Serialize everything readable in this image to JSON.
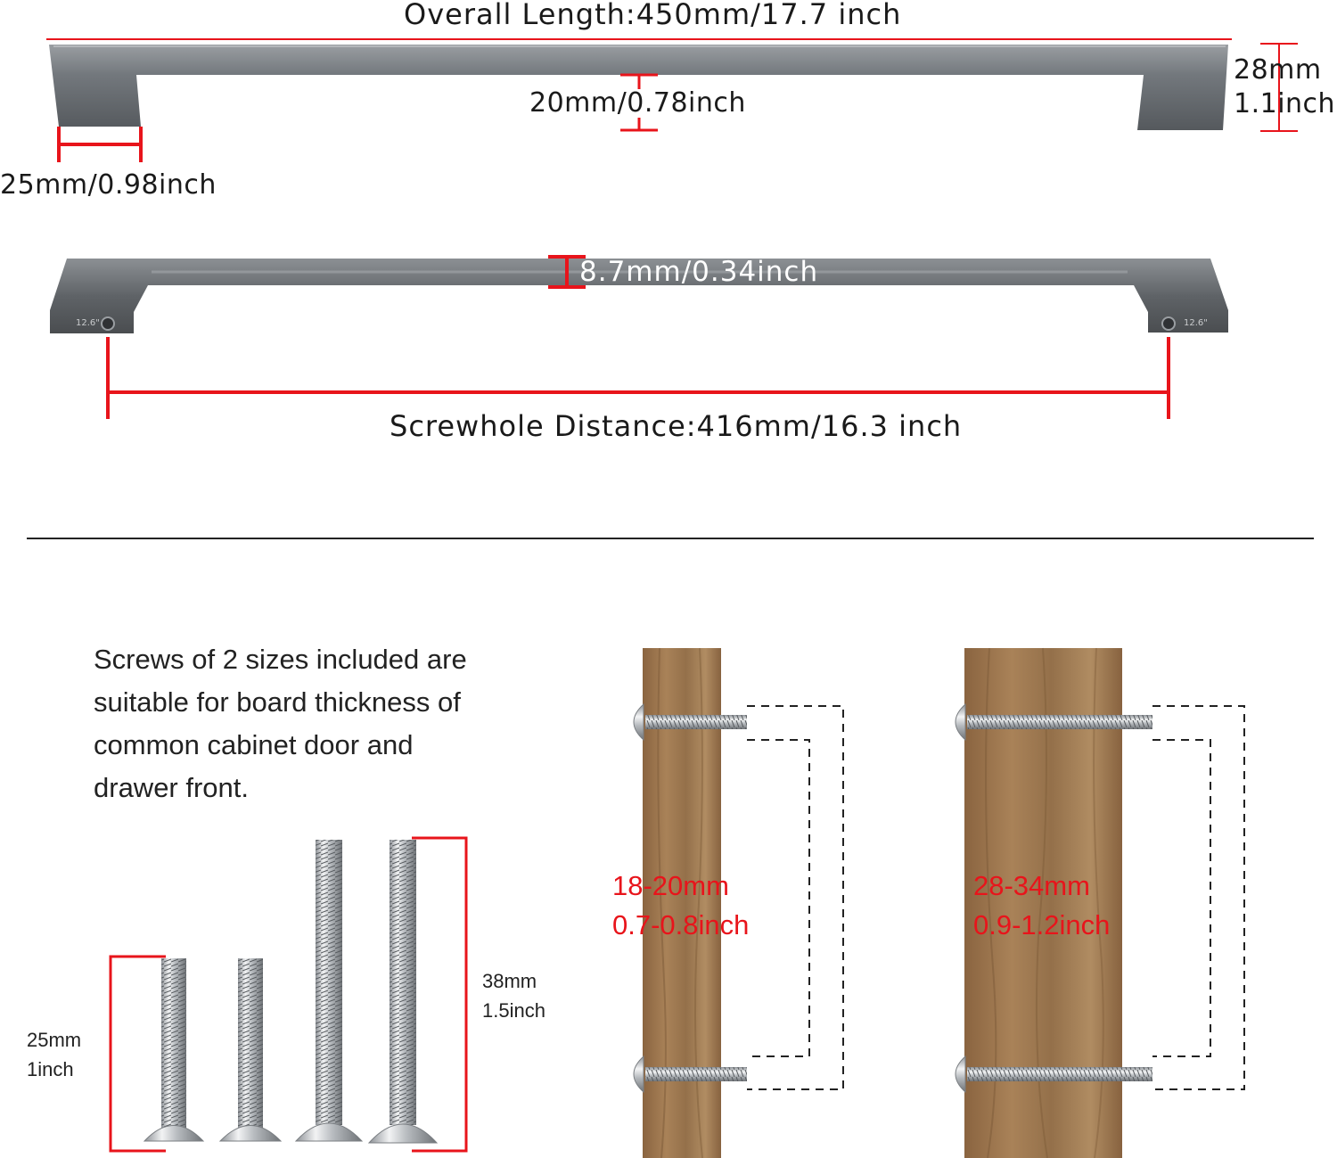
{
  "colors": {
    "accent_red": "#e8141b",
    "metal": "#6e7378",
    "wood": "#9c7650",
    "text": "#222222"
  },
  "handle_top": {
    "overall_length": "Overall Length:450mm/17.7 inch",
    "height_mm": "28mm",
    "height_inch": "1.1inch",
    "bar_width": "20mm/0.78inch",
    "leg_width": "25mm/0.98inch"
  },
  "handle_bottom": {
    "bar_thickness": "8.7mm/0.34inch",
    "screwhole_distance": "Screwhole Distance:416mm/16.3 inch",
    "engraving_left": "12.6\"",
    "engraving_right": "12.6\""
  },
  "screws": {
    "description": "Screws of 2 sizes included are suitable for board thickness of common cabinet door and drawer front.",
    "short_mm": "25mm",
    "short_inch": "1inch",
    "long_mm": "38mm",
    "long_inch": "1.5inch"
  },
  "boards": {
    "thin_mm": "18-20mm",
    "thin_inch": "0.7-0.8inch",
    "thick_mm": "28-34mm",
    "thick_inch": "0.9-1.2inch"
  }
}
